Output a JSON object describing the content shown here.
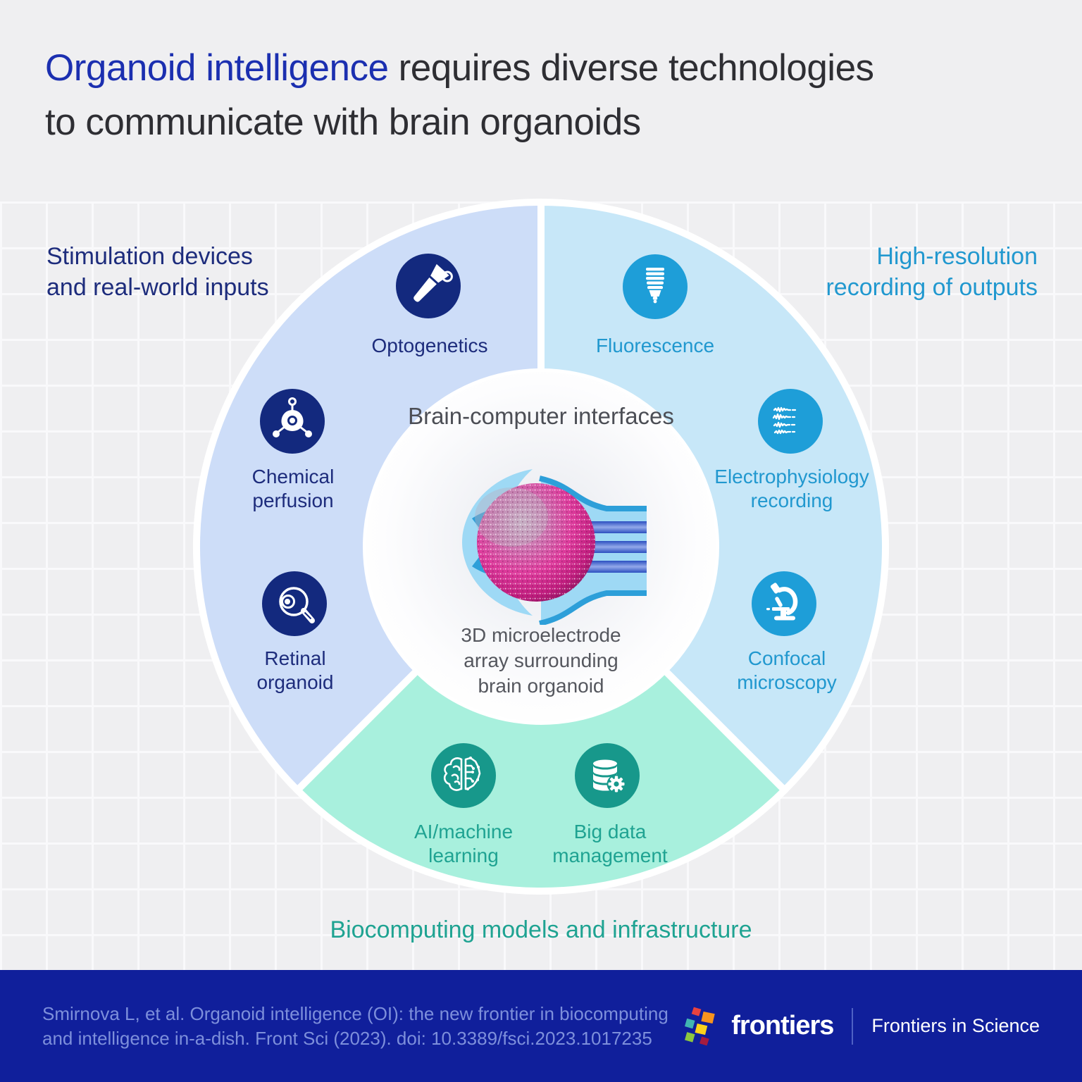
{
  "title": {
    "highlight": "Organoid intelligence",
    "line1_rest": " requires diverse technologies",
    "line2": "to communicate with brain organoids"
  },
  "segments": {
    "stimulation": {
      "header_line1": "Stimulation devices",
      "header_line2": "and real-world inputs",
      "segment_color": "#cdddf8",
      "accent_color": "#1d2c7c",
      "badge_color": "#13297e",
      "items": [
        {
          "label": "Optogenetics",
          "icon": "flashlight-icon"
        },
        {
          "label": "Chemical perfusion",
          "icon": "molecule-icon"
        },
        {
          "label": "Retinal organoid",
          "icon": "eye-icon"
        }
      ]
    },
    "recording": {
      "header_line1": "High-resolution",
      "header_line2": "recording of outputs",
      "segment_color": "#c7e7f8",
      "accent_color": "#2198cf",
      "badge_color": "#1e9ed8",
      "items": [
        {
          "label": "Fluorescence",
          "icon": "cfl-bulb-icon"
        },
        {
          "label": "Electrophysiology recording",
          "icon": "signal-waves-icon"
        },
        {
          "label": "Confocal microscopy",
          "icon": "microscope-icon"
        }
      ]
    },
    "biocomputing": {
      "header": "Biocomputing models and infrastructure",
      "segment_color": "#a8f0dd",
      "accent_color": "#1fa392",
      "badge_color": "#17988b",
      "items": [
        {
          "label": "AI/machine learning",
          "icon": "brain-circuit-icon"
        },
        {
          "label": "Big data management",
          "icon": "database-gear-icon"
        }
      ]
    }
  },
  "center": {
    "title": "Brain-computer interfaces",
    "caption": "3D microelectrode array surrounding brain organoid",
    "illustration": "brain-organoid-in-microelectrode-array"
  },
  "footer": {
    "citation_line1": "Smirnova L, et al. Organoid intelligence (OI): the new frontier in biocomputing",
    "citation_line2": "and intelligence in-a-dish. Front Sci (2023). doi: 10.3389/fsci.2023.1017235",
    "brand": "frontiers",
    "publication": "Frontiers in Science",
    "background_color": "#101f9b"
  },
  "colors": {
    "title_highlight_blue": "#1b2fb0",
    "title_gray": "#2e2e33",
    "background": "#efeff1"
  }
}
